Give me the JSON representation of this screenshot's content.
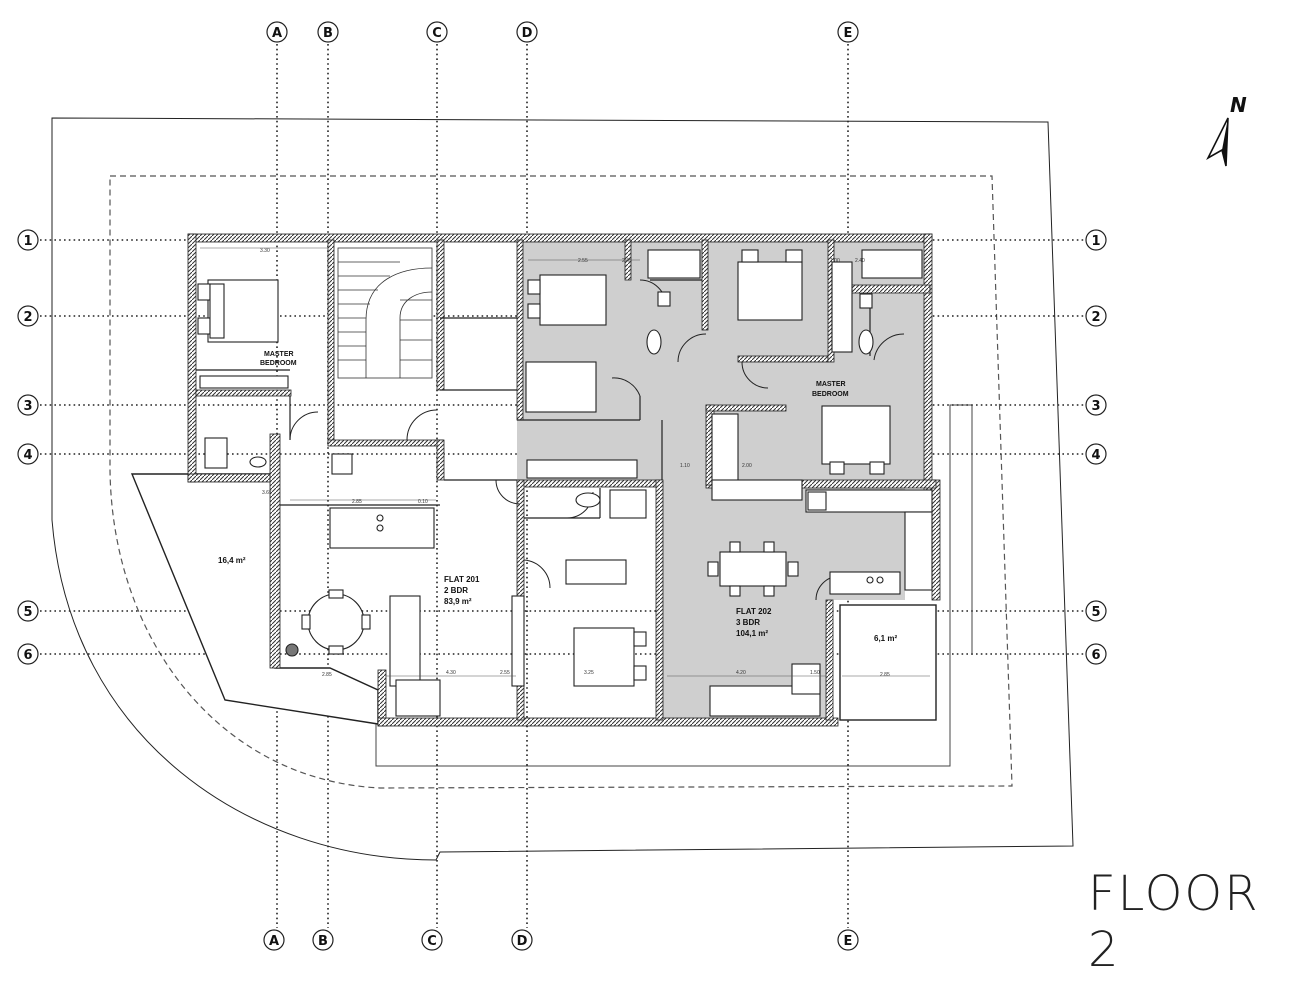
{
  "title": "FLOOR 2",
  "north": "N",
  "grid_columns": [
    "A",
    "B",
    "C",
    "D",
    "E"
  ],
  "grid_rows": [
    "1",
    "2",
    "3",
    "4",
    "5",
    "6"
  ],
  "flats": [
    {
      "name": "FLAT 201",
      "bedrooms": "2 BDR",
      "area": "83,9 m²"
    },
    {
      "name": "FLAT 202",
      "bedrooms": "3 BDR",
      "area": "104,1 m²"
    }
  ],
  "rooms": {
    "master_bedroom_201": [
      "MASTER",
      "BEDROOM"
    ],
    "master_bedroom_202": [
      "MASTER",
      "BEDROOM"
    ]
  },
  "terraces": [
    {
      "area": "16,4 m²"
    },
    {
      "area": "6,1 m²"
    }
  ],
  "dimensions": [
    "3.30",
    "2.55",
    "2.85",
    "0.10",
    "1.10",
    "2.00",
    "2.45",
    "2.85",
    "4.30",
    "2.55",
    "4.20",
    "2.85",
    "3.25",
    "1.50",
    "3.65",
    "1.00",
    "2.40"
  ],
  "colors": {
    "interior_fill": "#cfcfcf",
    "wall": "#3a3a3a",
    "line": "#222222"
  }
}
